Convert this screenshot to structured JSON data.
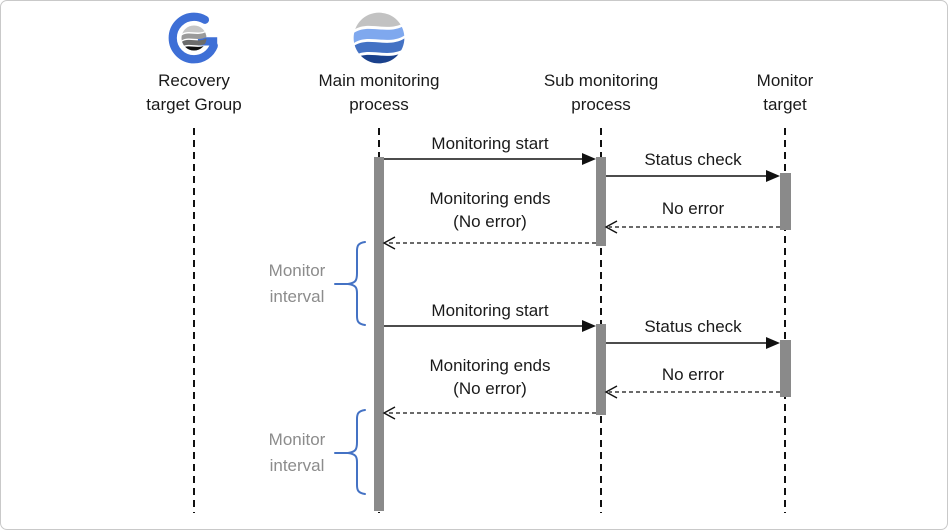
{
  "diagram_type": "sequence-diagram",
  "participants": [
    {
      "label": "Recovery\ntarget Group",
      "icon": "recovery-group-icon"
    },
    {
      "label": "Main monitoring\nprocess",
      "icon": "wave-sphere-icon"
    },
    {
      "label": "Sub monitoring\nprocess",
      "icon": ""
    },
    {
      "label": "Monitor\ntarget",
      "icon": ""
    }
  ],
  "messages": [
    {
      "label": "Monitoring start",
      "from": "Main monitoring process",
      "to": "Sub monitoring process",
      "line": "solid"
    },
    {
      "label": "Status check",
      "from": "Sub monitoring process",
      "to": "Monitor target",
      "line": "solid"
    },
    {
      "label": "No error",
      "from": "Monitor target",
      "to": "Sub monitoring process",
      "line": "dashed"
    },
    {
      "label": "Monitoring ends\n(No error)",
      "from": "Sub monitoring process",
      "to": "Main monitoring process",
      "line": "dashed"
    },
    {
      "label": "Monitoring start",
      "from": "Main monitoring process",
      "to": "Sub monitoring process",
      "line": "solid"
    },
    {
      "label": "Status check",
      "from": "Sub monitoring process",
      "to": "Monitor target",
      "line": "solid"
    },
    {
      "label": "No error",
      "from": "Monitor target",
      "to": "Sub monitoring process",
      "line": "dashed"
    },
    {
      "label": "Monitoring ends\n(No error)",
      "from": "Sub monitoring process",
      "to": "Main monitoring process",
      "line": "dashed"
    }
  ],
  "annotations": [
    {
      "label": "Monitor\ninterval"
    },
    {
      "label": "Monitor\ninterval"
    }
  ],
  "colors": {
    "accent_blue": "#4472C4",
    "logo_blue": "#3E6FD6",
    "activation_gray": "#8A8A8A",
    "muted_label": "#8C8C8C",
    "line_black": "#111111"
  }
}
